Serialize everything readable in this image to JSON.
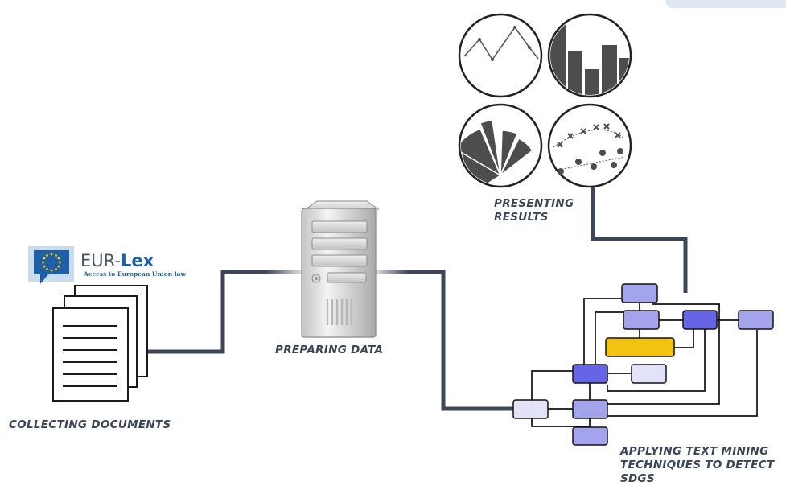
{
  "logo": {
    "brand_part1": "EUR-",
    "brand_part2": "Lex",
    "tagline": "Access to European Union law"
  },
  "stages": {
    "collecting": "COLLECTING DOCUMENTS",
    "preparing": "PREPARING DATA",
    "presenting_line1": "PRESENTING",
    "presenting_line2": "RESULTS",
    "mining_line1": "APPLYING TEXT MINING",
    "mining_line2": "TECHNIQUES TO DETECT",
    "mining_line3": "SDGS"
  },
  "colors": {
    "connector": "#3d4656",
    "label": "#3a4558",
    "node_light": "#e2e2f8",
    "node_mid": "#a4a4ec",
    "node_dark": "#6565e6",
    "node_highlight": "#f3c313",
    "eu_blue": "#1f5fa6"
  },
  "icons": {
    "documents": "document-stack-icon",
    "server": "server-tower-icon",
    "line_chart": "line-chart-icon",
    "bar_chart": "bar-chart-icon",
    "polar_chart": "polar-area-chart-icon",
    "scatter_chart": "scatter-plot-icon",
    "network": "flowchart-network-icon",
    "logo": "eu-flag-icon"
  }
}
